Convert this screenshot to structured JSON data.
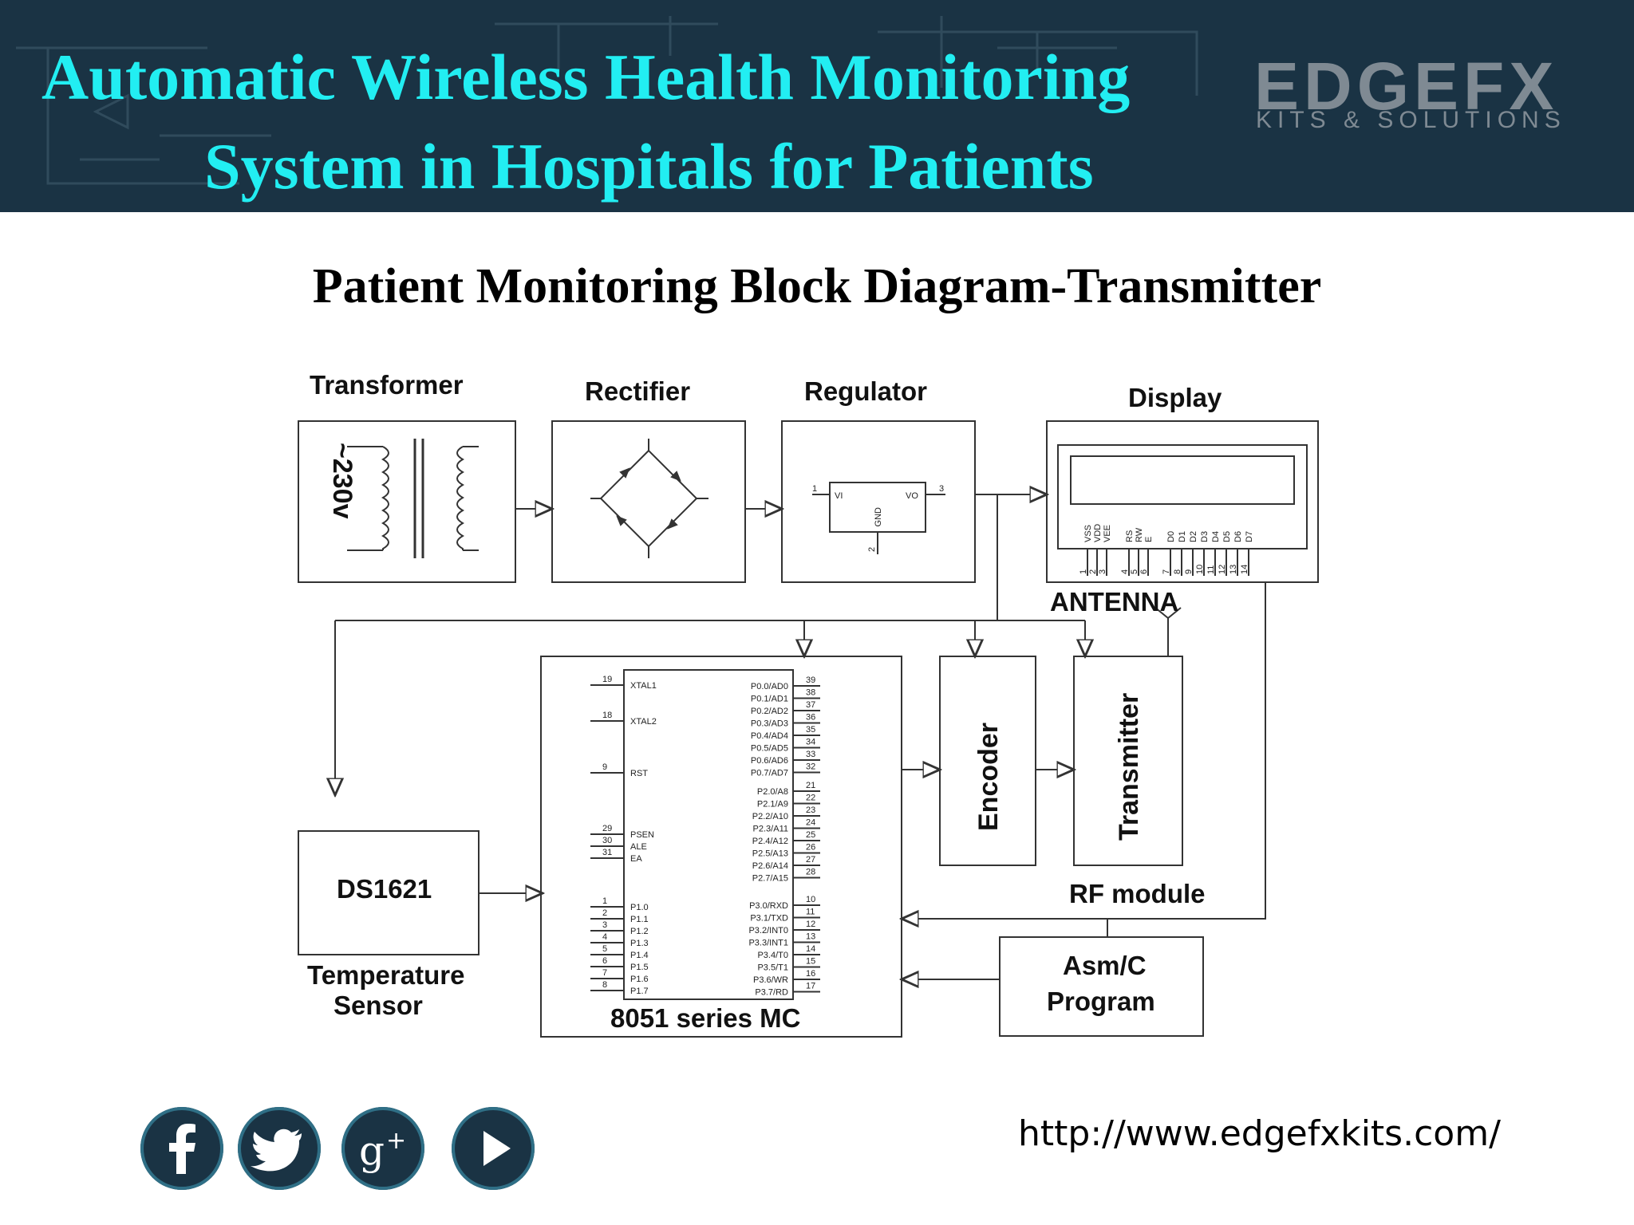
{
  "header": {
    "title_line1": "Automatic Wireless Health Monitoring",
    "title_line2": "System in Hospitals for Patients",
    "logo_main": "EDGEFX",
    "logo_sub": "KITS & SOLUTIONS"
  },
  "subtitle": "Patient Monitoring Block Diagram-Transmitter",
  "diagram": {
    "transformer": {
      "label": "Transformer",
      "voltage": "~230v"
    },
    "rectifier": {
      "label": "Rectifier"
    },
    "regulator": {
      "label": "Regulator",
      "pin_vi": "VI",
      "pin_vo": "VO",
      "pin_gnd": "GND",
      "pin1": "1",
      "pin2": "2",
      "pin3": "3"
    },
    "display": {
      "label": "Display",
      "pins": [
        "VSS",
        "VDD",
        "VEE",
        "RS",
        "RW",
        "E",
        "D0",
        "D1",
        "D2",
        "D3",
        "D4",
        "D5",
        "D6",
        "D7"
      ],
      "pin_numbers": [
        "1",
        "2",
        "3",
        "4",
        "5",
        "6",
        "7",
        "8",
        "9",
        "10",
        "11",
        "12",
        "13",
        "14"
      ]
    },
    "antenna": {
      "label": "ANTENNA"
    },
    "encoder": {
      "label": "Encoder"
    },
    "transmitter": {
      "label": "Transmitter"
    },
    "rf_module": {
      "label": "RF module"
    },
    "sensor": {
      "chip": "DS1621",
      "label_line1": "Temperature",
      "label_line2": "Sensor"
    },
    "mcu": {
      "label": "8051 series MC",
      "left_pins": [
        {
          "num": "19",
          "name": "XTAL1"
        },
        {
          "num": "18",
          "name": "XTAL2"
        },
        {
          "num": "9",
          "name": "RST"
        },
        {
          "num": "29",
          "name": "PSEN"
        },
        {
          "num": "30",
          "name": "ALE"
        },
        {
          "num": "31",
          "name": "EA"
        },
        {
          "num": "1",
          "name": "P1.0"
        },
        {
          "num": "2",
          "name": "P1.1"
        },
        {
          "num": "3",
          "name": "P1.2"
        },
        {
          "num": "4",
          "name": "P1.3"
        },
        {
          "num": "5",
          "name": "P1.4"
        },
        {
          "num": "6",
          "name": "P1.5"
        },
        {
          "num": "7",
          "name": "P1.6"
        },
        {
          "num": "8",
          "name": "P1.7"
        }
      ],
      "right_pins": [
        {
          "num": "39",
          "name": "P0.0/AD0"
        },
        {
          "num": "38",
          "name": "P0.1/AD1"
        },
        {
          "num": "37",
          "name": "P0.2/AD2"
        },
        {
          "num": "36",
          "name": "P0.3/AD3"
        },
        {
          "num": "35",
          "name": "P0.4/AD4"
        },
        {
          "num": "34",
          "name": "P0.5/AD5"
        },
        {
          "num": "33",
          "name": "P0.6/AD6"
        },
        {
          "num": "32",
          "name": "P0.7/AD7"
        },
        {
          "num": "21",
          "name": "P2.0/A8"
        },
        {
          "num": "22",
          "name": "P2.1/A9"
        },
        {
          "num": "23",
          "name": "P2.2/A10"
        },
        {
          "num": "24",
          "name": "P2.3/A11"
        },
        {
          "num": "25",
          "name": "P2.4/A12"
        },
        {
          "num": "26",
          "name": "P2.5/A13"
        },
        {
          "num": "27",
          "name": "P2.6/A14"
        },
        {
          "num": "28",
          "name": "P2.7/A15"
        },
        {
          "num": "10",
          "name": "P3.0/RXD"
        },
        {
          "num": "11",
          "name": "P3.1/TXD"
        },
        {
          "num": "12",
          "name": "P3.2/INT0"
        },
        {
          "num": "13",
          "name": "P3.3/INT1"
        },
        {
          "num": "14",
          "name": "P3.4/T0"
        },
        {
          "num": "15",
          "name": "P3.5/T1"
        },
        {
          "num": "16",
          "name": "P3.6/WR"
        },
        {
          "num": "17",
          "name": "P3.7/RD"
        }
      ]
    },
    "program": {
      "line1": "Asm/C",
      "line2": "Program"
    }
  },
  "footer": {
    "url": "http://www.edgefxkits.com/",
    "social_icons": [
      "facebook-icon",
      "twitter-icon",
      "google-plus-icon",
      "youtube-icon"
    ],
    "icon_bg": "#1a3344"
  },
  "colors": {
    "header_bg": "#1a3344",
    "title": "#22eef2",
    "logo": "#7f8a93"
  }
}
